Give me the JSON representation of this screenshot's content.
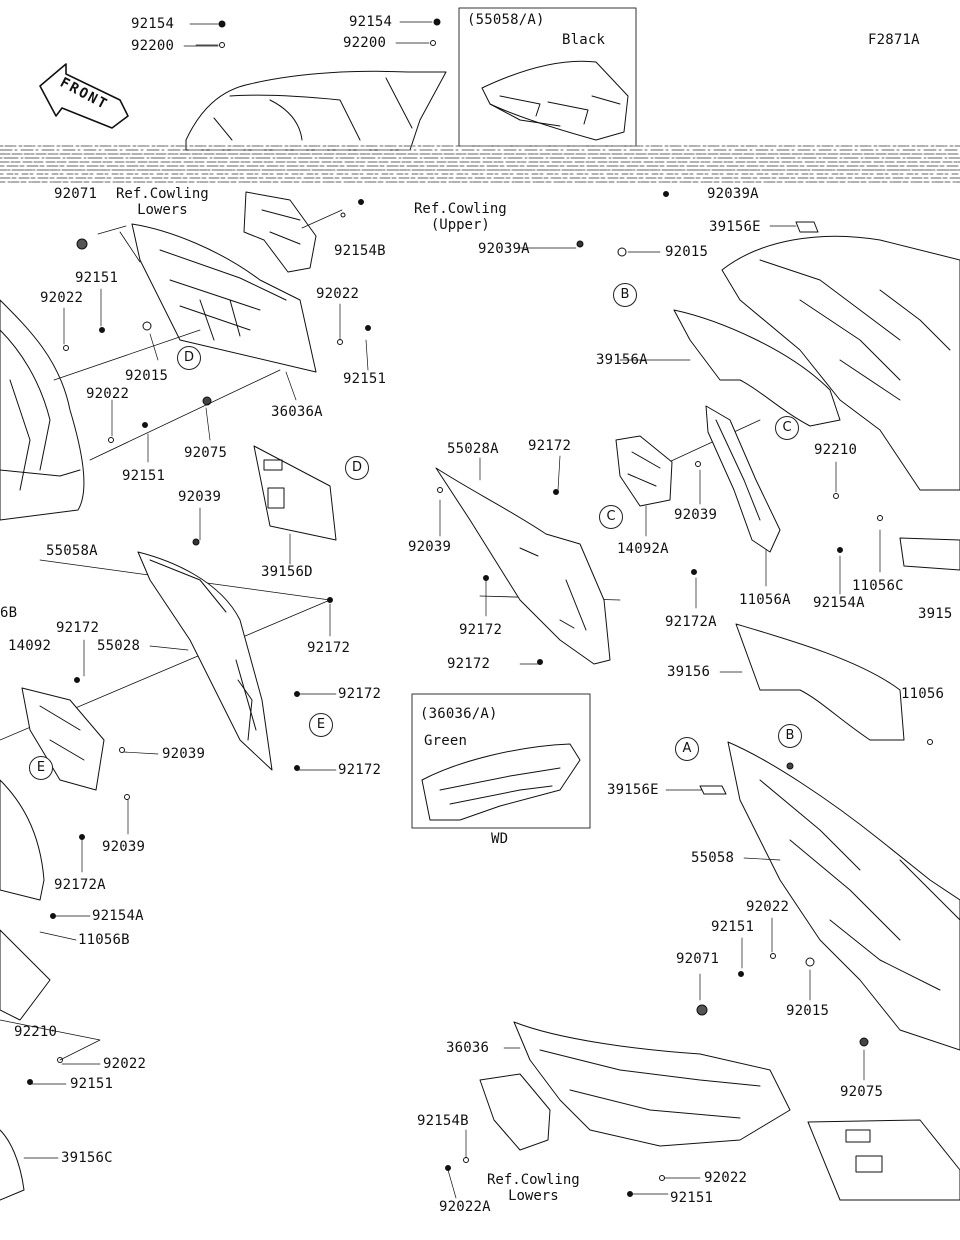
{
  "figure_code": "F2871A",
  "front_label": "FRONT",
  "insets": {
    "top": {
      "code": "(55058/A)",
      "note": "Black"
    },
    "bottom": {
      "code": "(36036/A)",
      "note": "Green",
      "footer": "WD"
    }
  },
  "callouts": [
    "A",
    "B",
    "C",
    "D",
    "E"
  ],
  "parts": {
    "p92154_top": "92154",
    "p92200_top": "92200",
    "p92154_top2": "92154",
    "p92200_top2": "92200",
    "p92071_a": "92071",
    "p92154B_a": "92154B",
    "p92039A_a": "92039A",
    "p92039A_b": "92039A",
    "p92015_a": "92015",
    "p39156E_a": "39156E",
    "p92151_a": "92151",
    "p92022_a": "92022",
    "p92022_b": "92022",
    "p92015_b": "92015",
    "p92151_b": "92151",
    "p39156A": "39156A",
    "p92022_c": "92022",
    "p36036A": "36036A",
    "p92151_c": "92151",
    "p92075_a": "92075",
    "p55028A": "55028A",
    "p92172_a": "92172",
    "p92210_a": "92210",
    "p92039_a": "92039",
    "p92039_b": "92039",
    "p55058A": "55058A",
    "p39156D": "39156D",
    "p14092A": "14092A",
    "p92039_c": "92039",
    "p11056C": "11056C",
    "p11056A": "11056A",
    "p92154A_a": "92154A",
    "p39156_side": "3915",
    "p6B": "6B",
    "p14092": "14092",
    "p92172_b": "92172",
    "p55028": "55028",
    "p92172_c": "92172",
    "p92172A_a": "92172A",
    "p92172_d": "92172",
    "p39156": "39156",
    "p11056": "11056",
    "p92172_e": "92172",
    "p92039_d": "92039",
    "p92172_f": "92172",
    "p39156E_b": "39156E",
    "p92039_e": "92039",
    "p92172A_b": "92172A",
    "p55058": "55058",
    "p92154A_b": "92154A",
    "p11056B": "11056B",
    "p92022_d": "92022",
    "p92151_d": "92151",
    "p92071_b": "92071",
    "p92015_c": "92015",
    "p92210_b": "92210",
    "p92022_e": "92022",
    "p92151_e": "92151",
    "p36036": "36036",
    "p92075_b": "92075",
    "p39156C": "39156C",
    "p92154B_b": "92154B",
    "p92022A": "92022A",
    "p92022_f": "92022",
    "p92151_f": "92151"
  },
  "refs": {
    "cowling_lowers_top": "Ref.Cowling\nLowers",
    "cowling_upper": "Ref.Cowling\n(Upper)",
    "cowling_lowers_bottom": "Ref.Cowling\nLowers"
  }
}
